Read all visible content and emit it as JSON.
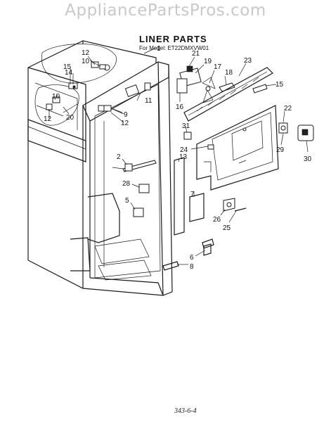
{
  "watermark": "AppliancePartsPros.com",
  "title": "LINER PARTS",
  "model": "For Model: ET22DMXVW01",
  "footer": "343-6-4",
  "callouts": [
    "1",
    "12",
    "10",
    "15",
    "14",
    "10",
    "12",
    "20",
    "21",
    "19",
    "17",
    "18",
    "23",
    "15",
    "16",
    "11",
    "9",
    "12",
    "31",
    "22",
    "24",
    "13",
    "2",
    "28",
    "7",
    "5",
    "29",
    "30",
    "26",
    "25",
    "6",
    "8"
  ]
}
